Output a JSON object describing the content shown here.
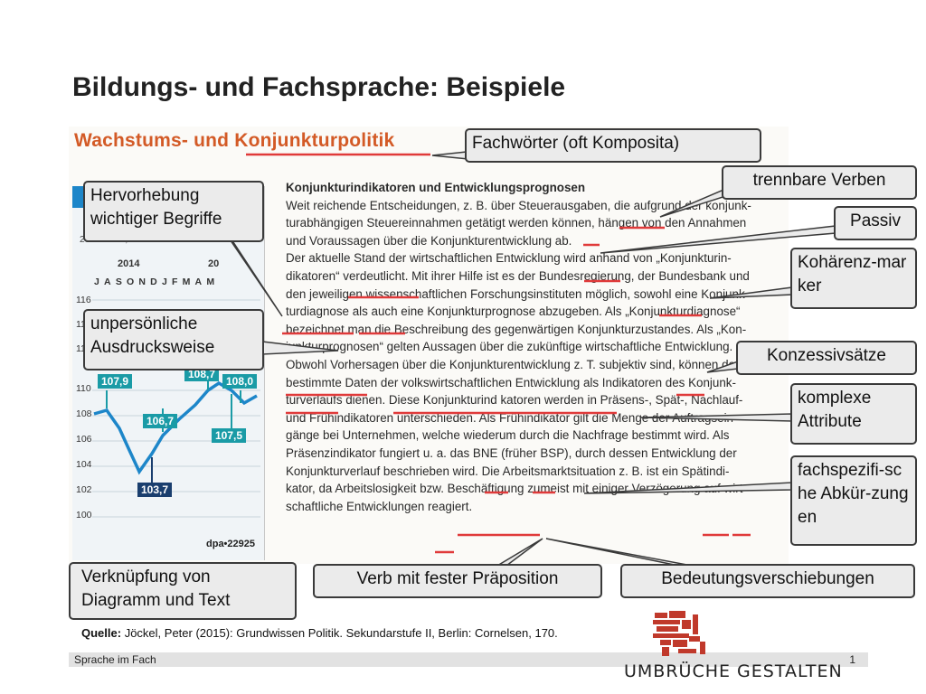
{
  "slide_title": "Bildungs- und Fachsprache: Beispiele",
  "scan": {
    "heading": "Wachstums- und Konjunkturpolitik",
    "chart": {
      "subtitle": "2005 = 100, saisonber",
      "year_left": "2014",
      "year_right": "20",
      "months": "JASONDJFMAM",
      "y_ticks": [
        "116",
        "114",
        "112",
        "110",
        "108",
        "106",
        "104",
        "102",
        "100"
      ],
      "value_labels": [
        "107,9",
        "106,7",
        "103,7",
        "108,7",
        "108,0",
        "107,5"
      ],
      "credit": "dpa•22925"
    },
    "article": {
      "heading": "Konjunkturindikatoren und Entwicklungsprognosen",
      "lines": [
        "Weit reichende Entscheidungen, z. B. über Steuerausgaben, die aufgrund der konjunk-",
        "turabhängigen Steuereinnahmen getätigt werden können, hängen von den Annahmen",
        "und Voraussagen über die Konjunkturentwicklung ab.",
        "Der aktuelle Stand der wirtschaftlichen Entwicklung wird anhand von „Konjunkturin-",
        "dikatoren“ verdeutlicht. Mit ihrer Hilfe ist es der Bundesregierung, der Bundesbank und",
        "den jeweiligen wissenschaftlichen Forschungsinstituten möglich, sowohl eine Konjunk-",
        "turdiagnose als auch eine Konjunkturprognose abzugeben. Als „Konjunkturdiagnose“",
        "bezeichnet man die Beschreibung des gegenwärtigen Konjunkturzustandes. Als „Kon-",
        "junkturprognosen“ gelten Aussagen über die zukünftige wirtschaftliche Entwicklung.",
        "Obwohl Vorhersagen über die Konjunkturentwicklung z. T. subjektiv sind, können doch",
        "bestimmte Daten der volkswirtschaftlichen Entwicklung als Indikatoren des Konjunk-",
        "turverlaufs dienen. Diese Konjunkturind katoren werden in Präsens-, Spät-, Nachlauf-",
        "und Frühindikatoren unterschieden. Als Frühindikator gilt die Menge der Auftragsein-",
        "gänge bei Unternehmen, welche wiederum durch die Nachfrage bestimmt wird. Als",
        "Präsenzindikator fungiert u. a. das BNE (früher BSP), durch dessen Entwicklung der",
        "Konjunkturverlauf beschrieben wird. Die Arbeitsmarktsituation z. B. ist ein Spätindi-",
        "kator, da Arbeitslosigkeit bzw. Beschäftigung zumeist mit einiger Verzögerung auf wirt-",
        "schaftliche Entwicklungen reagiert."
      ]
    }
  },
  "callouts": {
    "fachwoerter": "Fachwörter (oft Komposita)",
    "trennbare_verben": "trennbare Verben",
    "hervorhebung": "Hervorhebung wichtiger Begriffe",
    "passiv": "Passiv",
    "kohaerenz": "Kohärenz-marker",
    "unpersoenlich": "unpersönliche Ausdrucksweise",
    "konzessiv": "Konzessivsätze",
    "komplexe": "komplexe Attribute",
    "abkuerzungen": "fachspezifi-sche Abkür-zungen",
    "verknuepfung": "Verknüpfung von Diagramm und Text",
    "verb_praeposition": "Verb mit fester Präposition",
    "bedeutung": "Bedeutungsverschiebungen"
  },
  "source": {
    "label": "Quelle:",
    "text": "Jöckel, Peter (2015): Grundwissen Politik. Sekundarstufe II, Berlin: Cornelsen, 170."
  },
  "footer": {
    "left": "Sprache im Fach",
    "page": "1",
    "logo_text": "UMBRÜCHE GESTALTEN"
  },
  "colors": {
    "underline": "#e03a3a",
    "heading_orange": "#d35a26",
    "chart_line": "#1d86c9",
    "callout_bg": "#ebebeb"
  }
}
